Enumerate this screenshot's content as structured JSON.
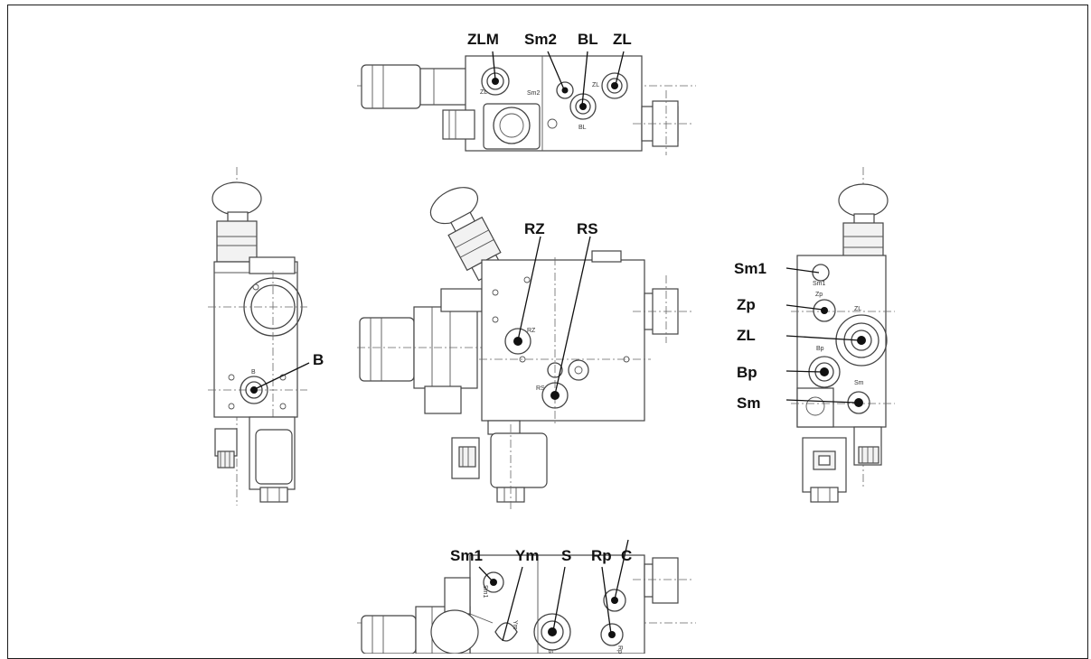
{
  "figure": {
    "views": [
      {
        "id": "top",
        "ports": [
          "ZLM",
          "Sm2",
          "BL",
          "ZL"
        ]
      },
      {
        "id": "left",
        "ports": [
          "B"
        ]
      },
      {
        "id": "front",
        "ports": [
          "RZ",
          "RS"
        ]
      },
      {
        "id": "right",
        "ports": [
          "Sm1",
          "Zp",
          "ZL",
          "Bp",
          "Sm"
        ]
      },
      {
        "id": "bottom",
        "ports": [
          "Sm1",
          "Ym",
          "S",
          "Rp",
          "C"
        ]
      }
    ]
  },
  "labels": {
    "top": {
      "zlm": "ZLM",
      "sm2": "Sm2",
      "bl": "BL",
      "zl": "ZL"
    },
    "left": {
      "b": "B"
    },
    "front": {
      "rz": "RZ",
      "rs": "RS"
    },
    "right": {
      "sm1": "Sm1",
      "zp": "Zp",
      "zl": "ZL",
      "bp": "Bp",
      "sm": "Sm"
    },
    "bottom": {
      "sm1": "Sm1",
      "ym": "Ym",
      "s": "S",
      "rp": "Rp",
      "c": "C"
    }
  },
  "engraved": {
    "top": {
      "zl_left": "ZL",
      "sm2": "Sm2",
      "zl": "ZL",
      "bl": "BL"
    },
    "left": {
      "b": "B"
    },
    "front": {
      "rz": "RZ",
      "rs": "RS"
    },
    "right": {
      "sm1": "Sm1",
      "zp": "Zp",
      "zl": "ZL",
      "bp": "Bp",
      "sm": "Sm"
    },
    "bottom": {
      "sm1": "Sm1",
      "ym": "Ym",
      "s": "S",
      "rp": "Rp"
    }
  },
  "colors": {
    "line": "#444444",
    "label": "#111111",
    "background": "#ffffff"
  }
}
